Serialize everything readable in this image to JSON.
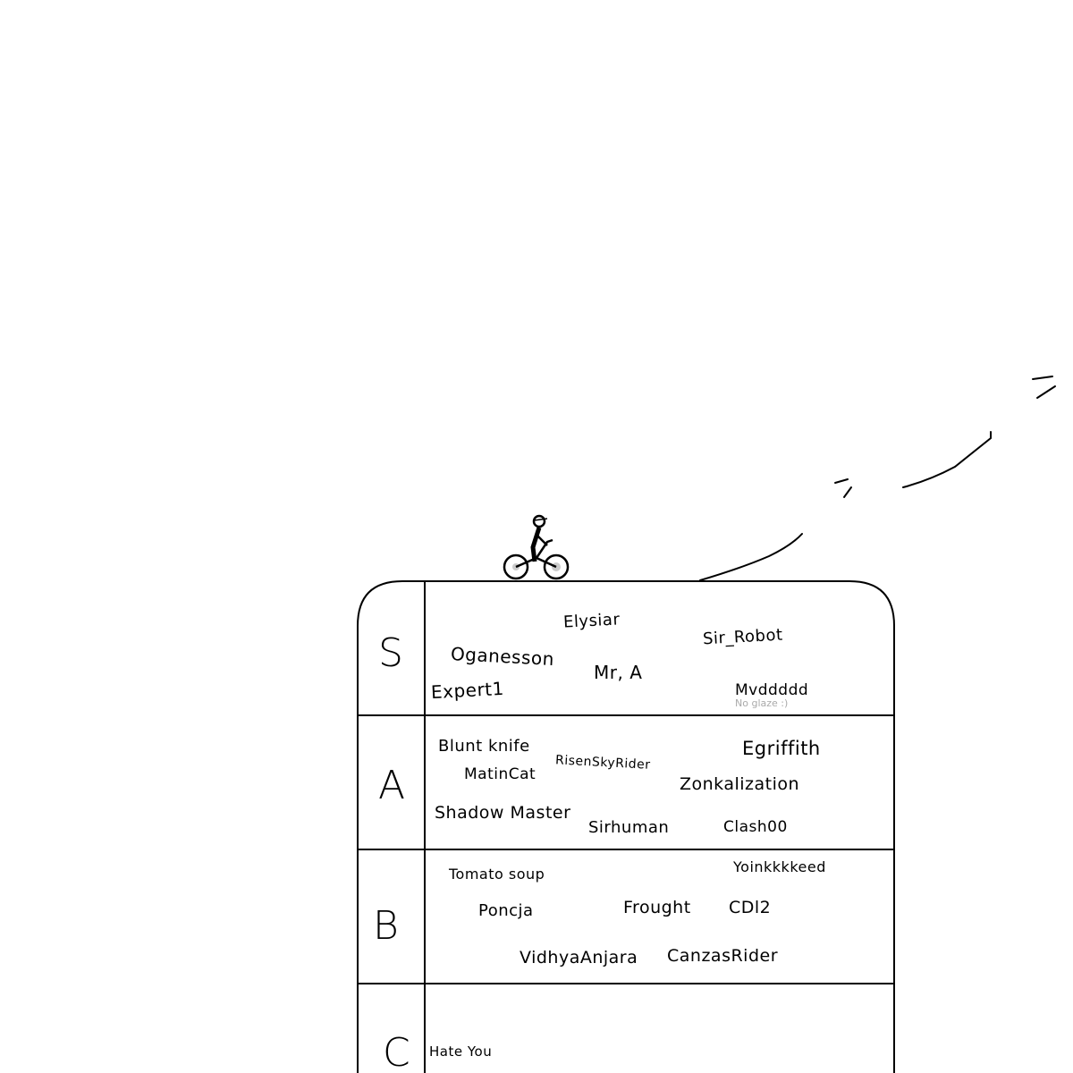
{
  "tiers": [
    {
      "label": "S",
      "names": [
        "Elysiar",
        "Sir_Robot",
        "Oganesson",
        "Mr, A",
        "Expert1",
        "Mvddddd"
      ],
      "note": "No glaze :)"
    },
    {
      "label": "A",
      "names": [
        "Blunt knife",
        "Egriffith",
        "RisenSkyRider",
        "MatinCat",
        "Zonkalization",
        "Shadow Master",
        "Sirhuman",
        "Clash00"
      ]
    },
    {
      "label": "B",
      "names": [
        "Tomato soup",
        "Yoinkkkkeed",
        "Poncja",
        "Frought",
        "CDl2",
        "VidhyaAnjara",
        "CanzasRider"
      ]
    },
    {
      "label": "C",
      "names": [
        "Hate You"
      ]
    }
  ]
}
